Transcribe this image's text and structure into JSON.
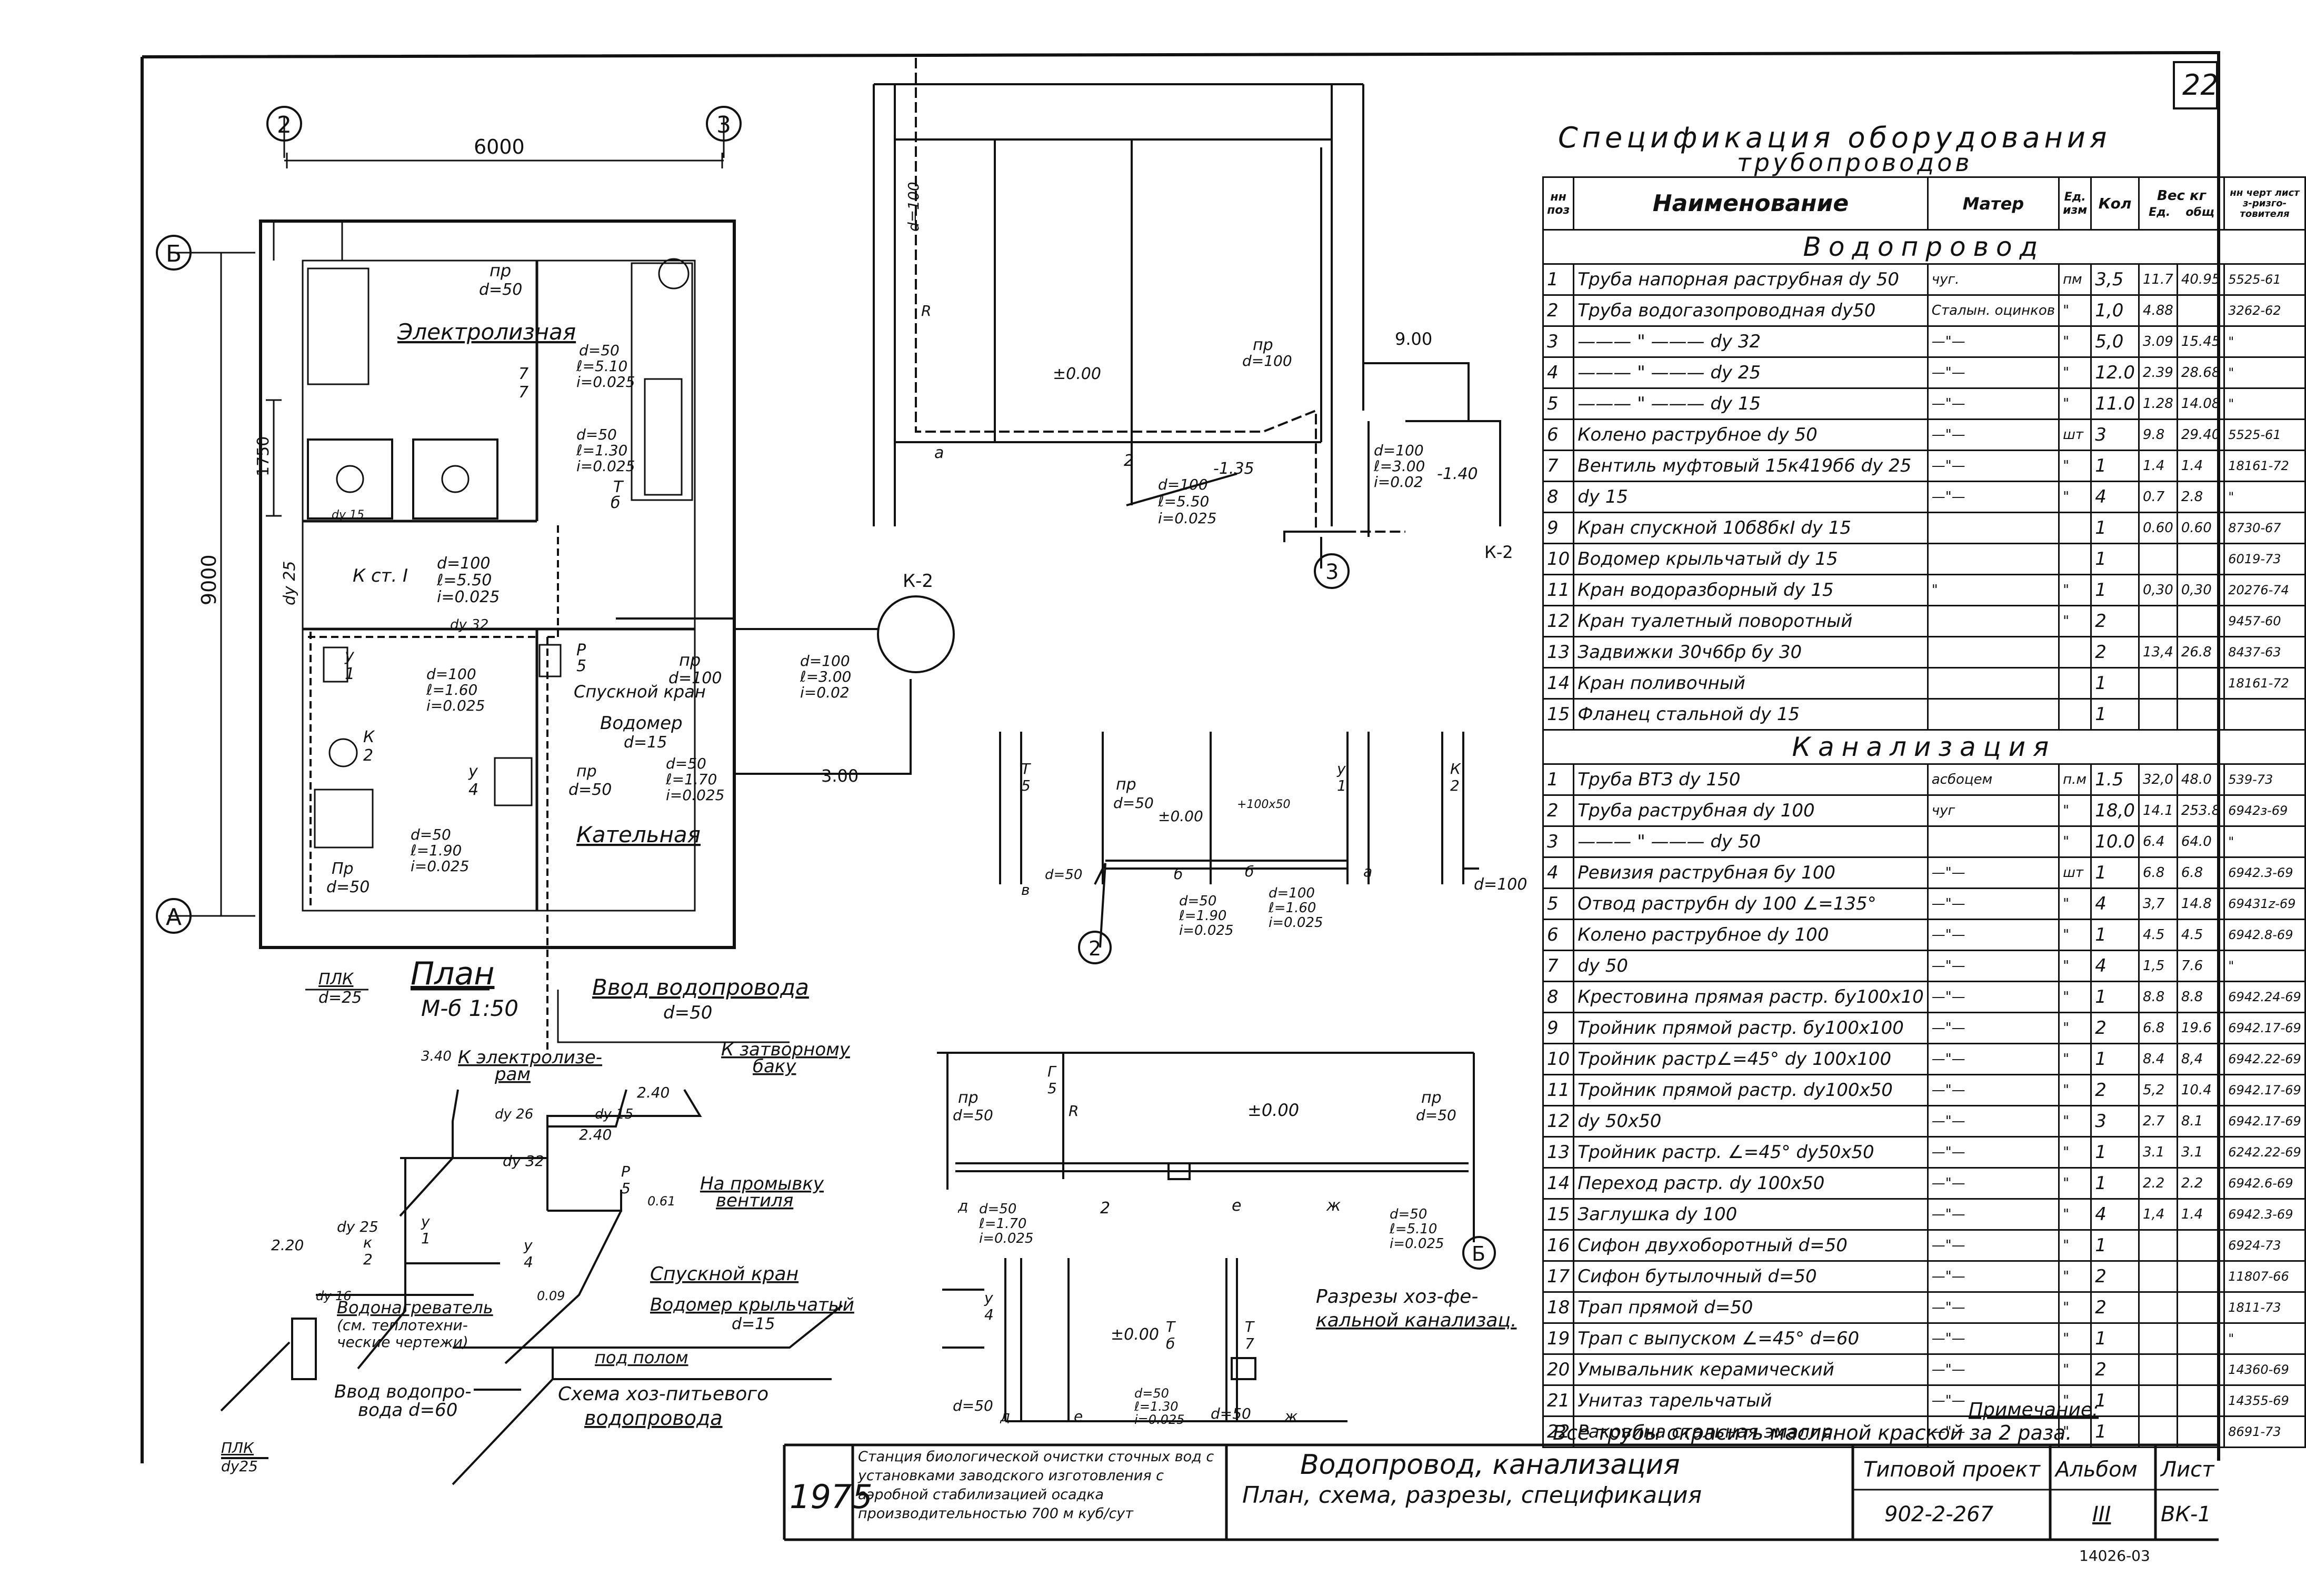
{
  "sheet": {
    "page_number": "22",
    "note_title": "Примечание:",
    "note_text": "Все трубы окрасить масляной краской за 2 раза."
  },
  "plan": {
    "title": "План",
    "scale": "М-б 1:50",
    "dims": {
      "width": "6000",
      "height": "9000",
      "d1750": "1750",
      "d300": "3.00",
      "d900": "9.00"
    },
    "axes": {
      "a2": "2",
      "a3": "3",
      "aB": "Б",
      "aA": "А"
    },
    "rooms": {
      "electrolysis": "Электролизная",
      "boiler": "Катeльная"
    },
    "labels": {
      "pr50": "пр",
      "pr50d": "d=50",
      "e_d50_510": "d=50",
      "e_l510": "ℓ=5.10",
      "e_i510": "i=0.025",
      "m_d50": "d=50",
      "m_l130": "ℓ=1.30",
      "m_i130": "i=0.025",
      "f77": "7",
      "f77b": "7",
      "t6": "Т",
      "t6b": "б",
      "kst1": "К ст. I",
      "k_d100": "d=100",
      "k_l550": "ℓ=5.50",
      "k_i": "i=0.025",
      "dy25": "dy 25",
      "dy32": "dy 32",
      "dy15": "dy 15",
      "p5": "Р",
      "p5b": "5",
      "spk": "Спускной кран",
      "vodomer": "Водомер",
      "vodomer_d": "d=15",
      "y1": "у",
      "y1b": "1",
      "k2": "К",
      "k2b": "2",
      "y4": "у",
      "y4b": "4",
      "c_d100": "d=100",
      "c_l160": "ℓ=1.60",
      "c_i": "i=0.025",
      "pr100": "пр",
      "pr100d": "d=100",
      "b_d50": "d=50",
      "b_l190": "ℓ=1.90",
      "b_i": "i=0.025",
      "r_d50": "d=50",
      "r_l170": "ℓ=1.70",
      "r_i": "i=0.025",
      "pr50b": "пр",
      "pr50bd": "d=50",
      "pr50c": "Пр",
      "pr50cd": "d=50",
      "plk": "ПЛК",
      "plkd": "d=25",
      "input": "Ввод водопровода",
      "input_d": "d=50",
      "k2lbl": "К-2",
      "k2_d100": "d=100",
      "k2_l300": "ℓ=3.00",
      "k2_i": "i=0.02"
    }
  },
  "section_top": {
    "d100": "d=100",
    "r": "R",
    "zero": "±0.00",
    "a": "а",
    "two": "2",
    "pr100": "пр",
    "pr100d": "d=100",
    "m135": "-1.35",
    "m140": "-1.40",
    "d100b": "d=100",
    "l550": "ℓ=5.50",
    "i025": "i=0.025",
    "d100c": "d=100",
    "l300": "ℓ=3.00",
    "i002": "i=0.02",
    "axis3": "3",
    "k2": "К-2",
    "dim900": "9.00"
  },
  "scheme": {
    "title": "Схема хоз-питьевого",
    "title2": "водопровода",
    "to_electrolysis": "К электролизе-",
    "to_electrolysis2": "рам",
    "to_valve": "К затворному",
    "to_valve2": "баку",
    "flush": "На промывку",
    "flush2": "вентиля",
    "drain": "Спускной кран",
    "meter": "Водомер крыльчатый",
    "meter_d": "d=15",
    "heater": "Водонагреватель",
    "heater2": "(см. теплотехни-",
    "heater3": "ческие чертежи)",
    "underfloor": "под полом",
    "input": "Ввод водопро-",
    "input2": "вода d=60",
    "plk": "ПЛК",
    "plk_dy": "dy25",
    "v340": "3.40",
    "v240": "2.40",
    "v240b": "2.40",
    "v220": "2.20",
    "v009": "0.09",
    "v061": "0.61",
    "dy25": "dy 25",
    "dy15": "dy 15",
    "dy26": "dy 26",
    "dy32": "dy 32",
    "dy16": "dy 16",
    "y1": "у",
    "y1b": "1",
    "k2": "к",
    "k2b": "2",
    "y4": "у",
    "y4b": "4",
    "p5": "Р",
    "p5b": "5"
  },
  "sections": {
    "title": "Разрезы хоз-фе-",
    "title2": "кальной канализац.",
    "s1": {
      "t5": "Т",
      "t5b": "5",
      "pr": "пр",
      "prd": "d=50",
      "zero": "±0.00",
      "p100": "+100х50",
      "y1": "у",
      "y1b": "1",
      "k2": "К",
      "k2b": "2",
      "d50": "d=50",
      "d100": "d=100",
      "g": "в",
      "b": "б",
      "b2": "б",
      "a": "а",
      "i_d50": "d=50",
      "i_l190": "ℓ=1.90",
      "i_i": "i=0.025",
      "j_d100": "d=100",
      "j_l160": "ℓ=1.60",
      "j_i": "i=0.025",
      "axis2": "2"
    },
    "s2": {
      "pr": "пр",
      "prd": "d=50",
      "f5": "Г",
      "f5b": "5",
      "r": "R",
      "zero": "±0.00",
      "pr2": "пр",
      "pr2d": "d=50",
      "g": "д",
      "two": "2",
      "e": "е",
      "zh": "ж",
      "a_d50": "d=50",
      "a_l170": "ℓ=1.70",
      "a_i": "i=0.025",
      "b_d50": "d=50",
      "b_l510": "ℓ=5.10",
      "b_i": "i=0.025",
      "axisB": "Б"
    },
    "s3": {
      "y4": "у",
      "y4b": "4",
      "d50": "d=50",
      "g": "д",
      "zero": "±0.00",
      "t6": "Т",
      "t6b": "б",
      "t7": "Т",
      "t7b": "7",
      "e": "е",
      "d50b": "d=50",
      "l130": "ℓ=1.30",
      "i025": "i=0.025",
      "d50c": "d=50",
      "zh": "ж"
    }
  },
  "spec": {
    "title": "Спецификация оборудования",
    "title2": "трубопроводов",
    "headers": {
      "pos": "нн поз",
      "name": "Наименование",
      "mat": "Матер",
      "unit": "Ед. изм",
      "qty": "Кол",
      "weight": "Вес кг",
      "w_unit": "Ед.",
      "w_total": "общ",
      "ref": "нн черт лист з-ризго-товителя"
    },
    "section_water": "Водопровод",
    "section_sewer": "Канализация",
    "water": [
      {
        "pos": "1",
        "name": "Труба напорная раструбная dy 50",
        "mat": "чуг.",
        "unit": "пм",
        "qty": "3,5",
        "wu": "11.7",
        "wt": "40.95",
        "ref": "5525-61"
      },
      {
        "pos": "2",
        "name": "Труба водогазопроводная dy50",
        "mat": "Сталын. оцинков",
        "unit": "\"",
        "qty": "1,0",
        "wu": "4.88",
        "wt": "",
        "ref": "3262-62"
      },
      {
        "pos": "3",
        "name": "——— \" ——— dy 32",
        "mat": "—\"—",
        "unit": "\"",
        "qty": "5,0",
        "wu": "3.09",
        "wt": "15.45",
        "ref": "\""
      },
      {
        "pos": "4",
        "name": "——— \" ——— dy 25",
        "mat": "—\"—",
        "unit": "\"",
        "qty": "12.0",
        "wu": "2.39",
        "wt": "28.68",
        "ref": "\""
      },
      {
        "pos": "5",
        "name": "——— \" ——— dy 15",
        "mat": "—\"—",
        "unit": "\"",
        "qty": "11.0",
        "wu": "1.28",
        "wt": "14.08",
        "ref": "\""
      },
      {
        "pos": "6",
        "name": "Колено раструбное dy 50",
        "mat": "—\"—",
        "unit": "шт",
        "qty": "3",
        "wu": "9.8",
        "wt": "29.40",
        "ref": "5525-61"
      },
      {
        "pos": "7",
        "name": "Вентиль муфтовый 15к419б6 dy 25",
        "mat": "—\"—",
        "unit": "\"",
        "qty": "1",
        "wu": "1.4",
        "wt": "1.4",
        "ref": "18161-72"
      },
      {
        "pos": "8",
        "name": "dy 15",
        "mat": "—\"—",
        "unit": "\"",
        "qty": "4",
        "wu": "0.7",
        "wt": "2.8",
        "ref": "\""
      },
      {
        "pos": "9",
        "name": "Кран спускной 10б8бкI dy 15",
        "mat": "",
        "unit": "",
        "qty": "1",
        "wu": "0.60",
        "wt": "0.60",
        "ref": "8730-67"
      },
      {
        "pos": "10",
        "name": "Водомер крыльчатый dy 15",
        "mat": "",
        "unit": "",
        "qty": "1",
        "wu": "",
        "wt": "",
        "ref": "6019-73"
      },
      {
        "pos": "11",
        "name": "Кран водоразборный dy 15",
        "mat": "\"",
        "unit": "\"",
        "qty": "1",
        "wu": "0,30",
        "wt": "0,30",
        "ref": "20276-74"
      },
      {
        "pos": "12",
        "name": "Кран туалетный поворотный",
        "mat": "",
        "unit": "\"",
        "qty": "2",
        "wu": "",
        "wt": "",
        "ref": "9457-60"
      },
      {
        "pos": "13",
        "name": "Задвижки 30ч6бр бу 30",
        "mat": "",
        "unit": "",
        "qty": "2",
        "wu": "13,4",
        "wt": "26.8",
        "ref": "8437-63"
      },
      {
        "pos": "14",
        "name": "Кран поливочный",
        "mat": "",
        "unit": "",
        "qty": "1",
        "wu": "",
        "wt": "",
        "ref": "18161-72"
      },
      {
        "pos": "15",
        "name": "Фланец стальной dy 15",
        "mat": "",
        "unit": "",
        "qty": "1",
        "wu": "",
        "wt": "",
        "ref": ""
      }
    ],
    "sewer": [
      {
        "pos": "1",
        "name": "Труба ВТЗ dy 150",
        "mat": "асбоцем",
        "unit": "п.м",
        "qty": "1.5",
        "wu": "32,0",
        "wt": "48.0",
        "ref": "539-73"
      },
      {
        "pos": "2",
        "name": "Труба раструбная dy 100",
        "mat": "чуг",
        "unit": "\"",
        "qty": "18,0",
        "wu": "14.1",
        "wt": "253.8",
        "ref": "6942з-69"
      },
      {
        "pos": "3",
        "name": "——— \" ——— dy 50",
        "mat": "",
        "unit": "\"",
        "qty": "10.0",
        "wu": "6.4",
        "wt": "64.0",
        "ref": "\""
      },
      {
        "pos": "4",
        "name": "Ревизия раструбная бу 100",
        "mat": "—\"—",
        "unit": "шт",
        "qty": "1",
        "wu": "6.8",
        "wt": "6.8",
        "ref": "6942.3-69"
      },
      {
        "pos": "5",
        "name": "Отвод раструбн dy 100 ∠=135°",
        "mat": "—\"—",
        "unit": "\"",
        "qty": "4",
        "wu": "3,7",
        "wt": "14.8",
        "ref": "69431z-69"
      },
      {
        "pos": "6",
        "name": "Колено раструбное dy 100",
        "mat": "—\"—",
        "unit": "\"",
        "qty": "1",
        "wu": "4.5",
        "wt": "4.5",
        "ref": "6942.8-69"
      },
      {
        "pos": "7",
        "name": "dy 50",
        "mat": "—\"—",
        "unit": "\"",
        "qty": "4",
        "wu": "1,5",
        "wt": "7.6",
        "ref": "\""
      },
      {
        "pos": "8",
        "name": "Крестовина прямая растр. бу100х10",
        "mat": "—\"—",
        "unit": "\"",
        "qty": "1",
        "wu": "8.8",
        "wt": "8.8",
        "ref": "6942.24-69"
      },
      {
        "pos": "9",
        "name": "Тройник прямой растр. бу100х100",
        "mat": "—\"—",
        "unit": "\"",
        "qty": "2",
        "wu": "6.8",
        "wt": "19.6",
        "ref": "6942.17-69"
      },
      {
        "pos": "10",
        "name": "Тройник растр∠=45° dy 100х100",
        "mat": "—\"—",
        "unit": "\"",
        "qty": "1",
        "wu": "8.4",
        "wt": "8,4",
        "ref": "6942.22-69"
      },
      {
        "pos": "11",
        "name": "Тройник прямой растр. dy100х50",
        "mat": "—\"—",
        "unit": "\"",
        "qty": "2",
        "wu": "5,2",
        "wt": "10.4",
        "ref": "6942.17-69"
      },
      {
        "pos": "12",
        "name": "dy 50х50",
        "mat": "—\"—",
        "unit": "\"",
        "qty": "3",
        "wu": "2.7",
        "wt": "8.1",
        "ref": "6942.17-69"
      },
      {
        "pos": "13",
        "name": "Тройник растр. ∠=45° dy50х50",
        "mat": "—\"—",
        "unit": "\"",
        "qty": "1",
        "wu": "3.1",
        "wt": "3.1",
        "ref": "6242.22-69"
      },
      {
        "pos": "14",
        "name": "Переход растр. dy 100х50",
        "mat": "—\"—",
        "unit": "\"",
        "qty": "1",
        "wu": "2.2",
        "wt": "2.2",
        "ref": "6942.6-69"
      },
      {
        "pos": "15",
        "name": "Заглушка dy 100",
        "mat": "—\"—",
        "unit": "\"",
        "qty": "4",
        "wu": "1,4",
        "wt": "1.4",
        "ref": "6942.3-69"
      },
      {
        "pos": "16",
        "name": "Сифон двухоборотный d=50",
        "mat": "—\"—",
        "unit": "\"",
        "qty": "1",
        "wu": "",
        "wt": "",
        "ref": "6924-73"
      },
      {
        "pos": "17",
        "name": "Сифон бутылочный d=50",
        "mat": "—\"—",
        "unit": "\"",
        "qty": "2",
        "wu": "",
        "wt": "",
        "ref": "11807-66"
      },
      {
        "pos": "18",
        "name": "Трап прямой d=50",
        "mat": "—\"—",
        "unit": "\"",
        "qty": "2",
        "wu": "",
        "wt": "",
        "ref": "1811-73"
      },
      {
        "pos": "19",
        "name": "Трап с выпуском ∠=45° d=60",
        "mat": "—\"—",
        "unit": "\"",
        "qty": "1",
        "wu": "",
        "wt": "",
        "ref": "\""
      },
      {
        "pos": "20",
        "name": "Умывальник керамический",
        "mat": "—\"—",
        "unit": "\"",
        "qty": "2",
        "wu": "",
        "wt": "",
        "ref": "14360-69"
      },
      {
        "pos": "21",
        "name": "Унитаз тарельчатый",
        "mat": "—\"—",
        "unit": "\"",
        "qty": "1",
        "wu": "",
        "wt": "",
        "ref": "14355-69"
      },
      {
        "pos": "22",
        "name": "Раковина стальная эмалир.",
        "mat": "—\"—",
        "unit": "\"",
        "qty": "1",
        "wu": "",
        "wt": "",
        "ref": "8691-73"
      }
    ]
  },
  "stamp": {
    "year": "1975",
    "project_desc": "Станция биологической очистки сточных вод с установками заводского изготовления с аэробной стабилизацией осадка производительностью 700 м куб/сут",
    "title1": "Водопровод, канализация",
    "title2": "План, схема, разрезы, спецификация",
    "type_label": "Типовой проект",
    "type_value": "902-2-267",
    "album_label": "Альбом",
    "album_value": "III",
    "sheet_label": "Лист",
    "sheet_value": "ВК-1",
    "code": "14026-03"
  }
}
